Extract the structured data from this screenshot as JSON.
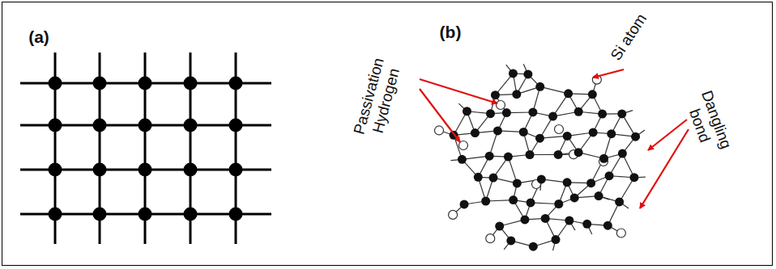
{
  "diagram": {
    "labels": [
      "(a)",
      "(b)",
      "Passivation Hydrogen",
      "Si atom",
      "Dangling bond"
    ]
  }
}
